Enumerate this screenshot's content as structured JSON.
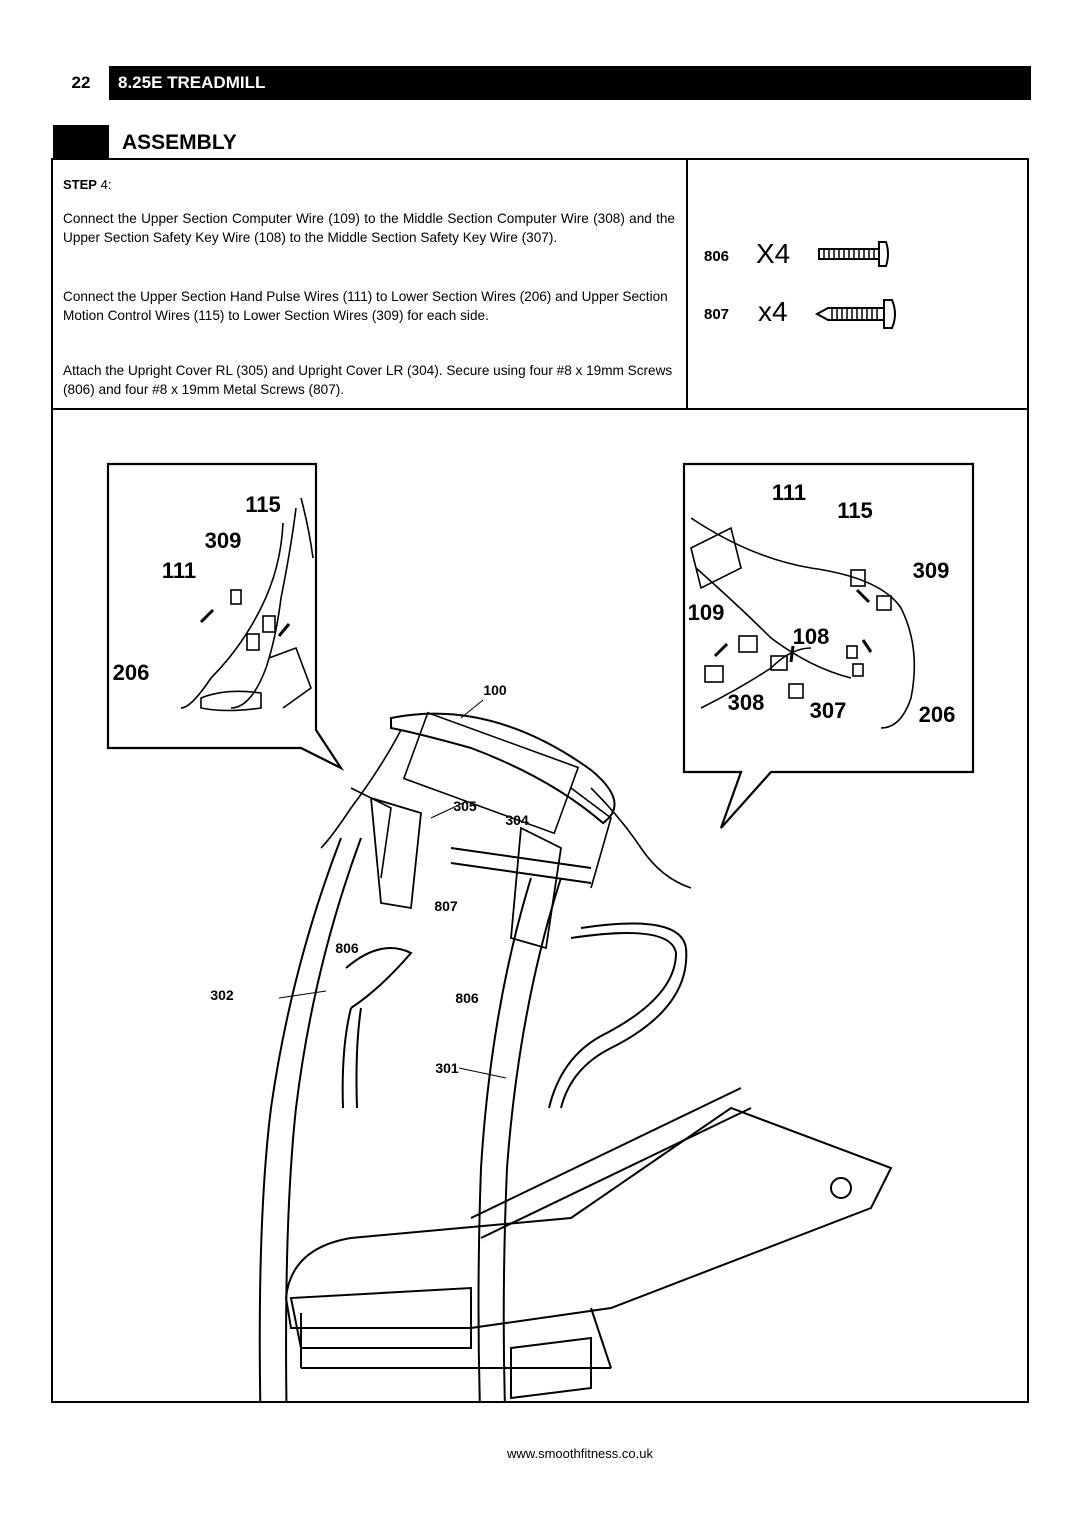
{
  "header": {
    "page_number": "22",
    "title": "8.25E TREADMILL"
  },
  "section": {
    "heading": "ASSEMBLY"
  },
  "step": {
    "label": "STEP",
    "number": "4",
    "paragraphs": [
      "Connect the Upper Section Computer Wire (109) to the Middle Section Computer Wire (308) and the Upper Section Safety Key Wire (108) to the Middle Section Safety Key Wire (307).",
      "Connect the Upper Section Hand Pulse Wires (111) to Lower Section Wires (206) and Upper Section Motion Control Wires (115) to Lower Section Wires (309) for each side.",
      "Attach the Upright Cover RL (305) and Upright Cover LR (304). Secure using four #8 x 19mm Screws (806) and four #8 x 19mm Metal Screws (807)."
    ]
  },
  "hardware": [
    {
      "code": "806",
      "qty": "X4",
      "icon": "screw-icon"
    },
    {
      "code": "807",
      "qty": "x4",
      "icon": "metal-screw-icon"
    }
  ],
  "diagram": {
    "left_callout_labels": [
      "115",
      "309",
      "111",
      "206"
    ],
    "right_callout_labels": [
      "111",
      "115",
      "309",
      "109",
      "108",
      "308",
      "307",
      "206"
    ],
    "main_labels": [
      "100",
      "305",
      "304",
      "807",
      "806",
      "302",
      "806",
      "301"
    ]
  },
  "footer": {
    "url": "www.smoothfitness.co.uk"
  }
}
